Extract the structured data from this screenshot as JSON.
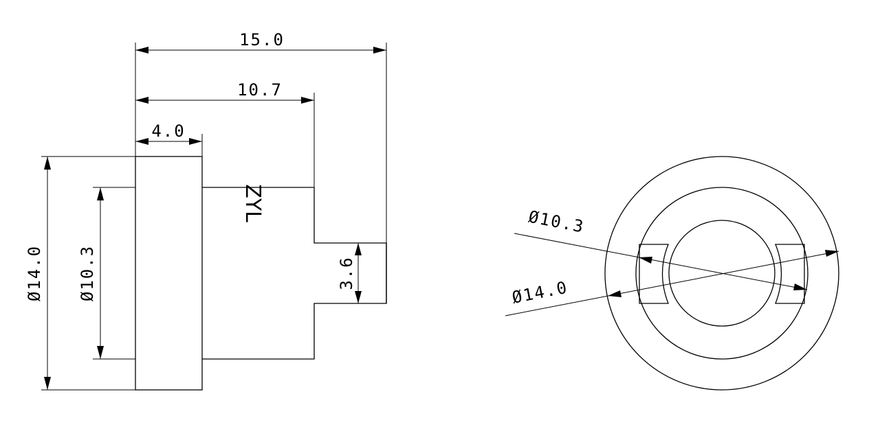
{
  "side_view": {
    "dim_overall_length": "15.0",
    "dim_step_length": "10.7",
    "dim_flange_width": "4.0",
    "dim_tip_height": "3.6",
    "dim_flange_diameter": "Ø14.0",
    "dim_body_diameter": "Ø10.3",
    "logo_mark": "ZYL"
  },
  "front_view": {
    "dim_inner_diameter": "Ø10.3",
    "dim_outer_diameter": "Ø14.0"
  }
}
